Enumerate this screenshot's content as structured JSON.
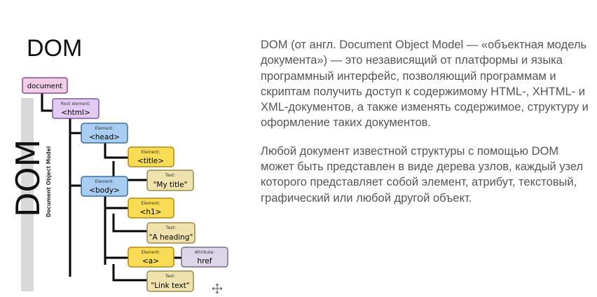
{
  "slide": {
    "title": "DOM",
    "paragraphs": [
      "DOM (от англ. Document Object Model — «объектная модель документа») — это независящий от платформы и языка программный интерфейс, позволяющий программам и скриптам получить доступ к содержимому HTML-, XHTML- и XML-документов, а также изменять содержимое, структуру и оформление таких документов.",
      "Любой документ известной структуры с помощью DOM может быть представлен в виде дерева узлов, каждый узел которого представляет собой элемент, атрибут, текстовый, графический или любой другой объект."
    ]
  },
  "diagram": {
    "side_title": "DOM",
    "side_subtitle": "Document Object Model",
    "nodes": {
      "document": {
        "label": "document"
      },
      "html": {
        "caption": "Root element:",
        "label": "<html>"
      },
      "head": {
        "caption": "Element:",
        "label": "<head>"
      },
      "title": {
        "caption": "Element:",
        "label": "<title>"
      },
      "my_title": {
        "caption": "Text:",
        "label": "\"My title\""
      },
      "body": {
        "caption": "Element:",
        "label": "<body>"
      },
      "h1": {
        "caption": "Element:",
        "label": "<h1>"
      },
      "a_heading": {
        "caption": "Text:",
        "label": "\"A heading\""
      },
      "a": {
        "caption": "Element:",
        "label": "<a>"
      },
      "href": {
        "caption": "Attribute:",
        "label": "href"
      },
      "link_text": {
        "caption": "Text:",
        "label": "\"Link text\""
      }
    },
    "colors": {
      "document": "#f2cde8",
      "root": "#e2ccf4",
      "element_blue": "#a8cdf0",
      "element_yellow": "#f9dc56",
      "text": "#f0e2ac",
      "attribute": "#ddd6e8",
      "sidebar": "#d9d9d9"
    }
  },
  "icons": {
    "move": "move-cursor-icon"
  }
}
